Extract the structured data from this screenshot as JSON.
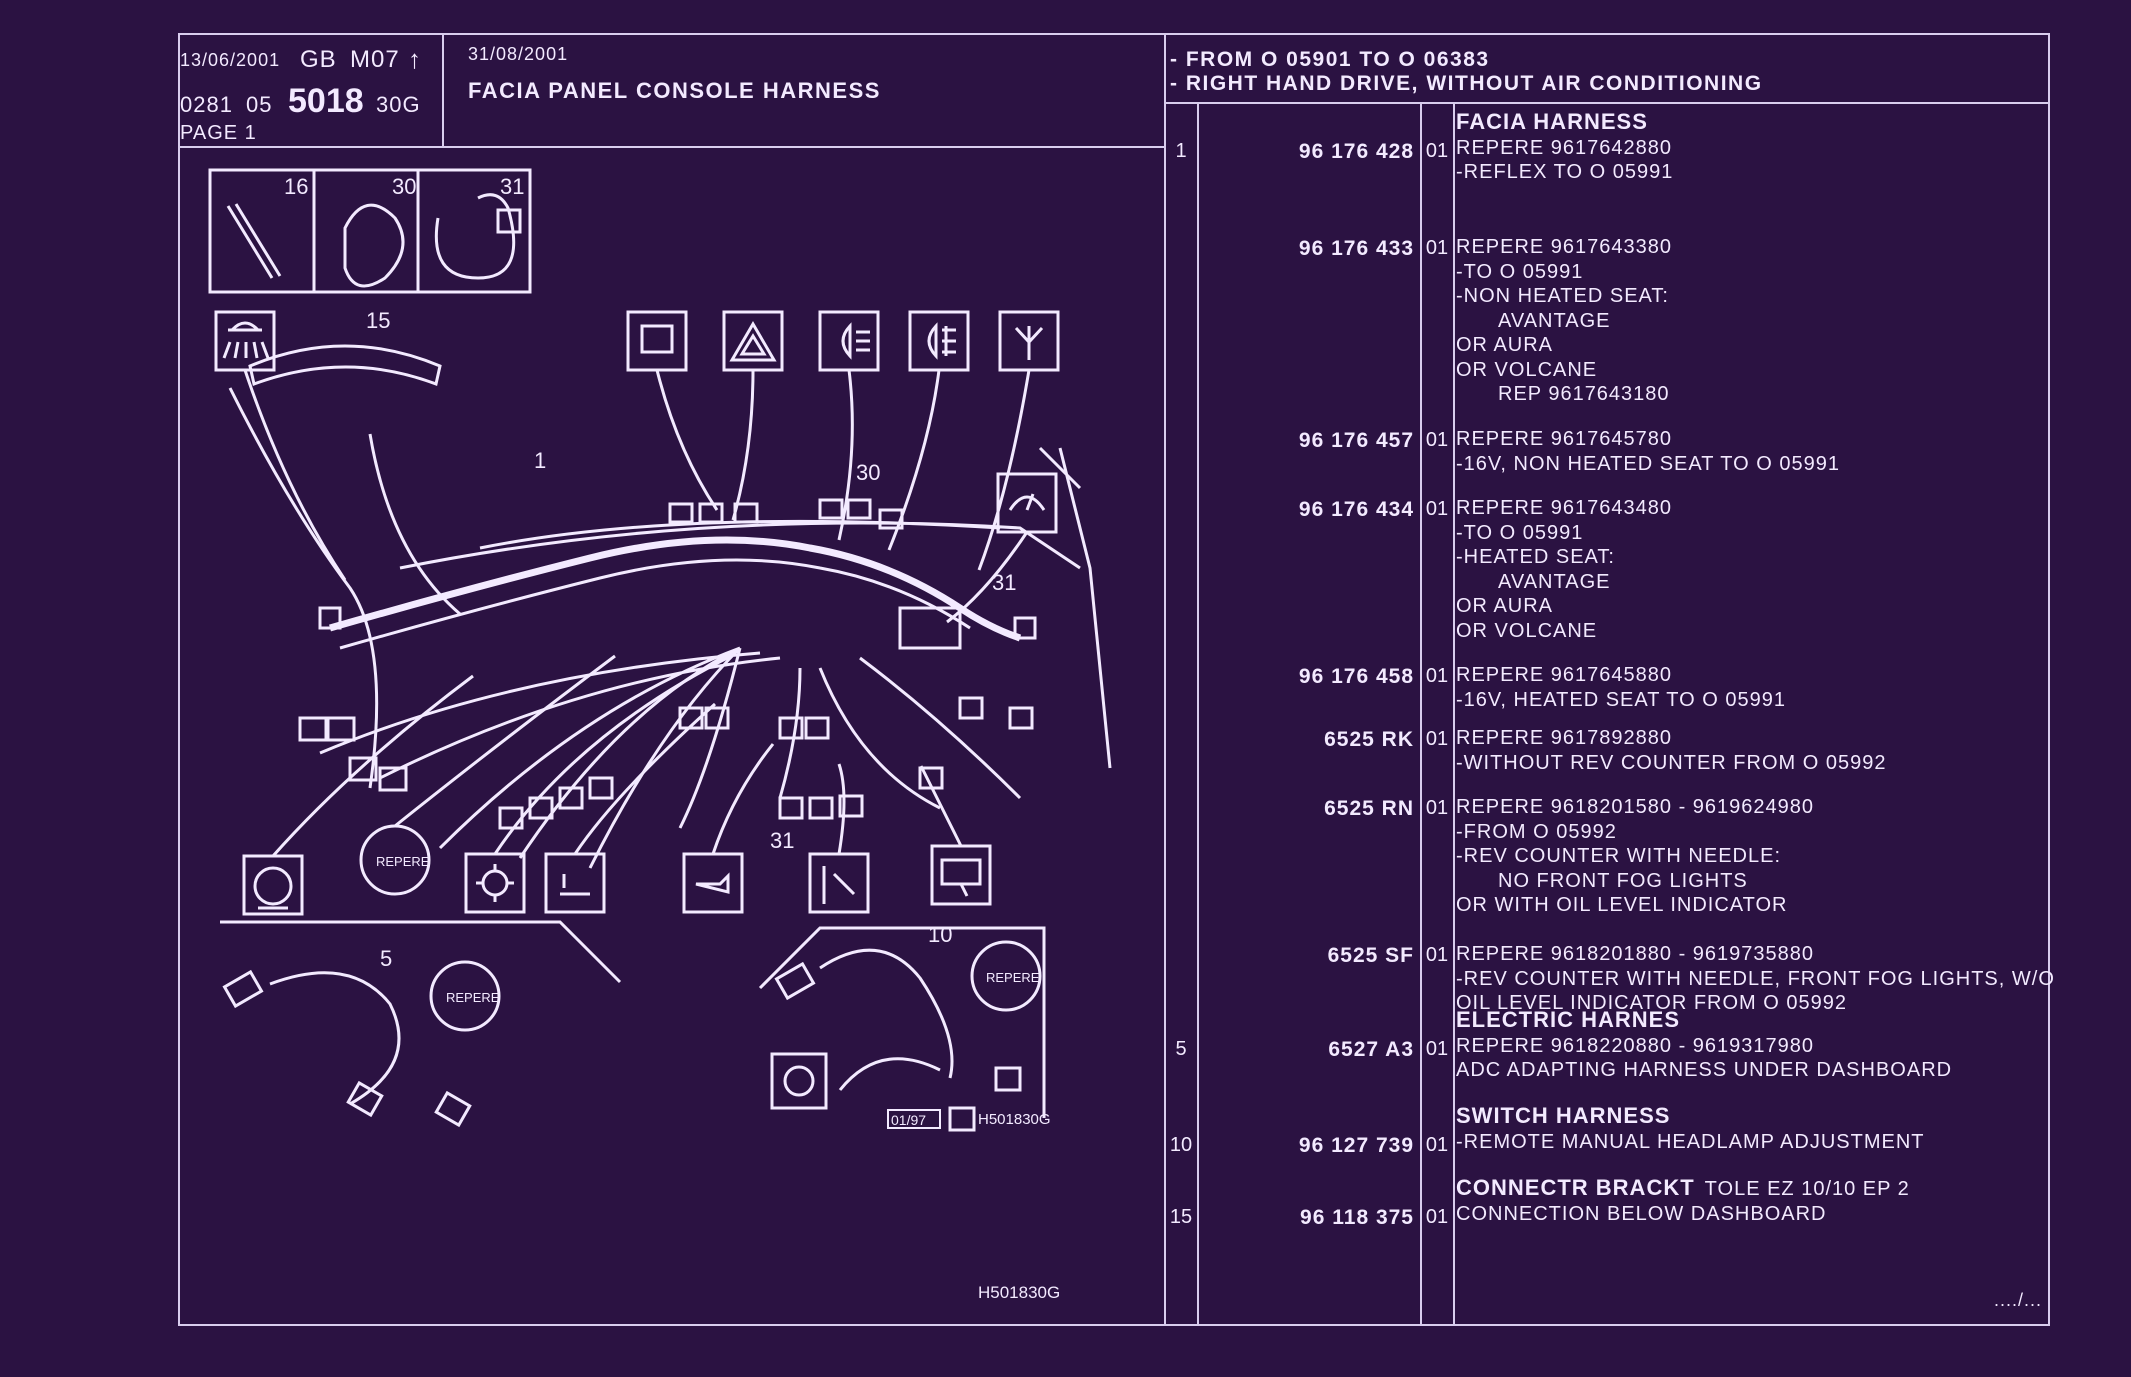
{
  "header": {
    "date1": "13/06/2001",
    "country": "GB",
    "model": "M07",
    "arrow": "↑",
    "code_a": "0281",
    "code_b": "05",
    "code_big": "5018",
    "code_c": "30G",
    "page": "PAGE 1",
    "date2": "31/08/2001",
    "title": "FACIA PANEL CONSOLE HARNESS",
    "cond1": "- FROM O 05901 TO O 06383",
    "cond2": "- RIGHT HAND DRIVE, WITHOUT AIR CONDITIONING"
  },
  "diagram": {
    "callouts": {
      "c16": "16",
      "c30": "30",
      "c31": "31",
      "c15": "15",
      "c1": "1",
      "c30b": "30",
      "c31b": "31",
      "c31c": "31",
      "c5": "5",
      "c10": "10"
    },
    "repere_label": "REPERE",
    "inset_code": "01/97",
    "inset_ref": "H501830G",
    "footer_ref": "H501830G"
  },
  "parts": [
    {
      "ref": "1",
      "pn": "96 176 428",
      "qty": "01",
      "heading": "FACIA HARNESS",
      "lines": [
        "REPERE 9617642880",
        "-REFLEX TO O 05991"
      ]
    },
    {
      "ref": "",
      "pn": "96 176 433",
      "qty": "01",
      "heading": "",
      "lines": [
        "REPERE 9617643380",
        "-TO O 05991",
        "-NON HEATED SEAT:",
        "      AVANTAGE",
        "OR AURA",
        "OR VOLCANE",
        "      REP 9617643180"
      ]
    },
    {
      "ref": "",
      "pn": "96 176 457",
      "qty": "01",
      "heading": "",
      "lines": [
        "REPERE 9617645780",
        "-16V, NON HEATED SEAT TO O 05991"
      ]
    },
    {
      "ref": "",
      "pn": "96 176 434",
      "qty": "01",
      "heading": "",
      "lines": [
        "REPERE 9617643480",
        "-TO O 05991",
        "-HEATED SEAT:",
        "      AVANTAGE",
        "OR AURA",
        "OR VOLCANE"
      ]
    },
    {
      "ref": "",
      "pn": "96 176 458",
      "qty": "01",
      "heading": "",
      "lines": [
        "REPERE 9617645880",
        "-16V, HEATED SEAT TO O 05991"
      ]
    },
    {
      "ref": "",
      "pn": "6525 RK",
      "qty": "01",
      "heading": "",
      "lines": [
        "REPERE 9617892880",
        "-WITHOUT REV COUNTER FROM O 05992"
      ]
    },
    {
      "ref": "",
      "pn": "6525 RN",
      "qty": "01",
      "heading": "",
      "lines": [
        "REPERE 9618201580 - 9619624980",
        "-FROM O 05992",
        "-REV COUNTER WITH NEEDLE:",
        "      NO FRONT FOG LIGHTS",
        "OR WITH OIL LEVEL INDICATOR"
      ]
    },
    {
      "ref": "",
      "pn": "6525 SF",
      "qty": "01",
      "heading": "",
      "lines": [
        "REPERE 9618201880 - 9619735880",
        "-REV COUNTER WITH NEEDLE, FRONT FOG LIGHTS, W/O",
        "OIL LEVEL INDICATOR FROM O 05992"
      ]
    },
    {
      "ref": "5",
      "pn": "6527 A3",
      "qty": "01",
      "heading": "ELECTRIC HARNES",
      "lines": [
        "REPERE 9618220880 - 9619317980",
        "ADC ADAPTING HARNESS UNDER DASHBOARD"
      ]
    },
    {
      "ref": "10",
      "pn": "96 127 739",
      "qty": "01",
      "heading": "SWITCH HARNESS",
      "lines": [
        "-REMOTE MANUAL HEADLAMP ADJUSTMENT"
      ]
    },
    {
      "ref": "15",
      "pn": "96 118 375",
      "qty": "01",
      "heading": "CONNECTR BRACKT",
      "heading_tail": "TOLE EZ 10/10 EP 2",
      "lines": [
        "CONNECTION BELOW DASHBOARD"
      ]
    }
  ],
  "continued": "..../..."
}
